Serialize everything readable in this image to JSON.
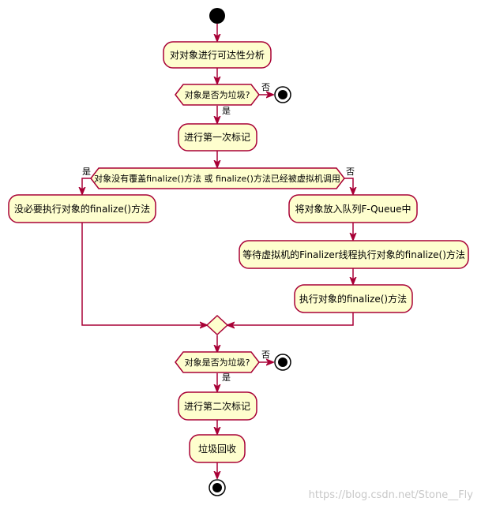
{
  "nodes": {
    "analyze": "对对象进行可达性分析",
    "garbage_check_1": "对象是否为垃圾?",
    "mark_first": "进行第一次标记",
    "finalize_check": "对象没有覆盖finalize()方法 或 finalize()方法已经被虚拟机调用",
    "no_need": "没必要执行对象的finalize()方法",
    "enqueue": "将对象放入队列F-Queue中",
    "wait_thread": "等待虚拟机的Finalizer线程执行对象的finalize()方法",
    "execute_finalize": "执行对象的finalize()方法",
    "garbage_check_2": "对象是否为垃圾?",
    "mark_second": "进行第二次标记",
    "collect": "垃圾回收"
  },
  "labels": {
    "no_1": "否",
    "yes_1": "是",
    "yes_2": "是",
    "no_2": "否",
    "no_3": "否",
    "yes_3": "是"
  },
  "watermark": "https://blog.csdn.net/Stone__Fly",
  "colors": {
    "node_fill": "#fefece",
    "line": "#a80036",
    "start_end": "#000000"
  }
}
